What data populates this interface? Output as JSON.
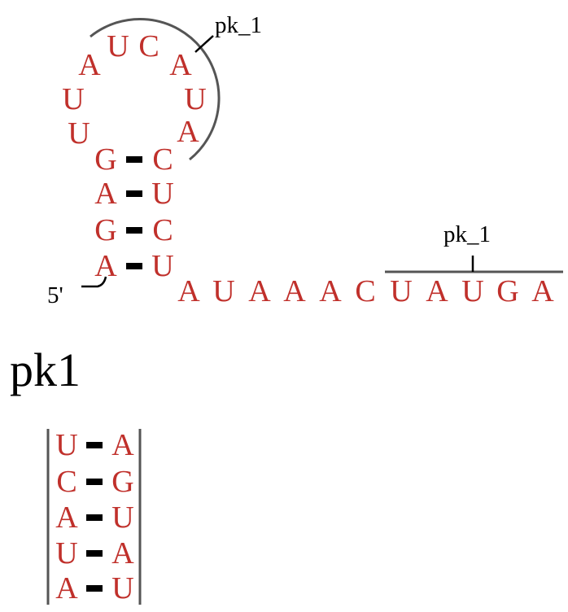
{
  "colors": {
    "nucleotide": "#c0302b",
    "bond": "#000000",
    "pk_line": "#555555",
    "text": "#000000"
  },
  "structure": {
    "five_prime_label": "5'",
    "stem": [
      {
        "left": "G",
        "right": "C"
      },
      {
        "left": "A",
        "right": "U"
      },
      {
        "left": "G",
        "right": "C"
      },
      {
        "left": "A",
        "right": "U"
      }
    ],
    "loop": [
      "U",
      "U",
      "A",
      "U",
      "C",
      "A",
      "U",
      "A"
    ],
    "tail": [
      "A",
      "U",
      "A",
      "A",
      "A",
      "C",
      "U",
      "A",
      "U",
      "G",
      "A"
    ],
    "pk_labels": {
      "loop": "pk_1",
      "tail": "pk_1"
    }
  },
  "pk_section": {
    "title": "pk1",
    "pairs": [
      {
        "left": "U",
        "right": "A"
      },
      {
        "left": "C",
        "right": "G"
      },
      {
        "left": "A",
        "right": "U"
      },
      {
        "left": "U",
        "right": "A"
      },
      {
        "left": "A",
        "right": "U"
      }
    ]
  }
}
